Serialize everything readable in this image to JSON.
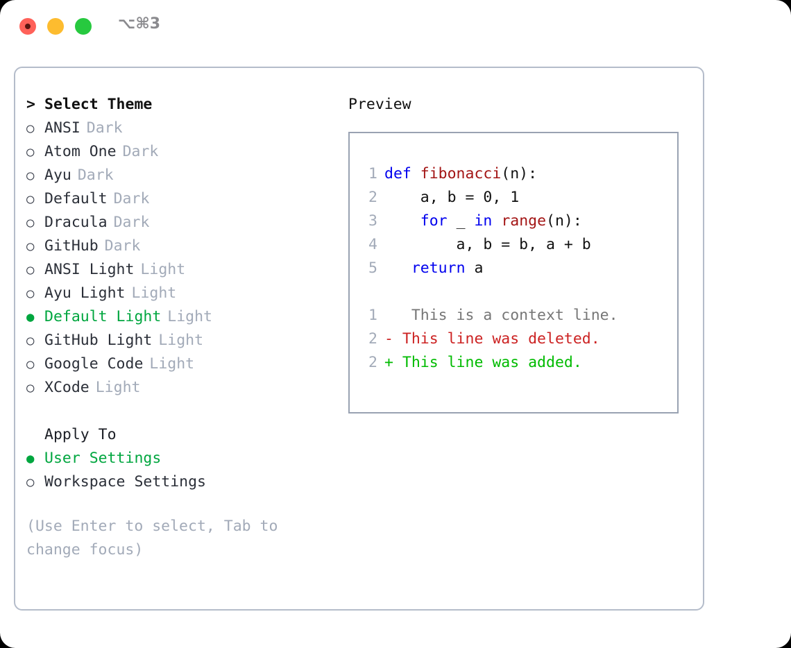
{
  "window": {
    "shortcut": "⌥⌘3",
    "traffic_lights": [
      {
        "name": "close",
        "color": "#ff6159"
      },
      {
        "name": "minimize",
        "color": "#fdbc2f"
      },
      {
        "name": "maximize",
        "color": "#27c93f"
      }
    ]
  },
  "theme_picker": {
    "title": "Select Theme",
    "caret": ">",
    "marker_selected": "●",
    "marker_unselected": "○",
    "items": [
      {
        "label": "ANSI",
        "variant": "Dark",
        "selected": false
      },
      {
        "label": "Atom One",
        "variant": "Dark",
        "selected": false
      },
      {
        "label": "Ayu",
        "variant": "Dark",
        "selected": false
      },
      {
        "label": "Default",
        "variant": "Dark",
        "selected": false
      },
      {
        "label": "Dracula",
        "variant": "Dark",
        "selected": false
      },
      {
        "label": "GitHub",
        "variant": "Dark",
        "selected": false
      },
      {
        "label": "ANSI Light",
        "variant": "Light",
        "selected": false
      },
      {
        "label": "Ayu Light",
        "variant": "Light",
        "selected": false
      },
      {
        "label": "Default Light",
        "variant": "Light",
        "selected": true
      },
      {
        "label": "GitHub Light",
        "variant": "Light",
        "selected": false
      },
      {
        "label": "Google Code",
        "variant": "Light",
        "selected": false
      },
      {
        "label": "XCode",
        "variant": "Light",
        "selected": false
      }
    ]
  },
  "apply_to": {
    "title": "Apply To",
    "items": [
      {
        "label": "User Settings",
        "selected": true
      },
      {
        "label": "Workspace Settings",
        "selected": false
      }
    ]
  },
  "hint": "(Use Enter to select, Tab to change focus)",
  "preview": {
    "heading": "Preview",
    "code_lines": [
      {
        "number": "1",
        "tokens": [
          {
            "text": "def ",
            "type": "kw"
          },
          {
            "text": "fibonacci",
            "type": "fn"
          },
          {
            "text": "(n):",
            "type": "plain"
          }
        ]
      },
      {
        "number": "2",
        "tokens": [
          {
            "text": "    a, b = 0, 1",
            "type": "plain"
          }
        ]
      },
      {
        "number": "3",
        "tokens": [
          {
            "text": "    ",
            "type": "plain"
          },
          {
            "text": "for",
            "type": "kw"
          },
          {
            "text": " _ ",
            "type": "plain"
          },
          {
            "text": "in",
            "type": "kw"
          },
          {
            "text": " ",
            "type": "plain"
          },
          {
            "text": "range",
            "type": "fn"
          },
          {
            "text": "(n):",
            "type": "plain"
          }
        ]
      },
      {
        "number": "4",
        "tokens": [
          {
            "text": "        a, b = b, a + b",
            "type": "plain"
          }
        ]
      },
      {
        "number": "5",
        "tokens": [
          {
            "text": "   ",
            "type": "plain"
          },
          {
            "text": "return",
            "type": "kw"
          },
          {
            "text": " a",
            "type": "plain"
          }
        ]
      }
    ],
    "diff_lines": [
      {
        "number": "1",
        "sign": " ",
        "text": "  This is a context line.",
        "kind": "context"
      },
      {
        "number": "2",
        "sign": "-",
        "text": " This line was deleted.",
        "kind": "deleted"
      },
      {
        "number": "2",
        "sign": "+",
        "text": " This line was added.",
        "kind": "added"
      }
    ]
  },
  "colors": {
    "accent_green": "#00a63f",
    "muted_gray": "#a2aab8",
    "keyword_blue": "#0000ee",
    "function_red": "#a31515",
    "diff_delete_red": "#cc2222",
    "diff_add_green": "#00bb00",
    "panel_border": "#b4bcca",
    "code_border": "#99a2b2"
  }
}
